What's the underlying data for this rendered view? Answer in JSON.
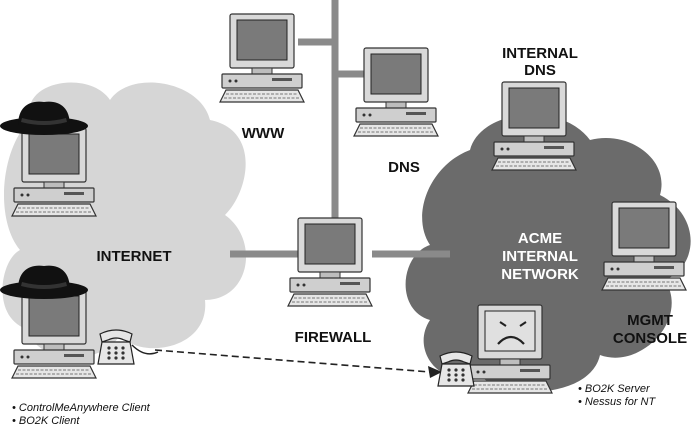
{
  "nodes": {
    "www": {
      "label": "WWW"
    },
    "dns": {
      "label": "DNS"
    },
    "internal_dns": {
      "label_line1": "INTERNAL",
      "label_line2": "DNS"
    },
    "firewall": {
      "label": "FIREWALL"
    },
    "mgmt_console": {
      "label_line1": "MGMT",
      "label_line2": "CONSOLE"
    }
  },
  "clouds": {
    "internet": {
      "label": "INTERNET"
    },
    "acme": {
      "label_line1": "ACME",
      "label_line2": "INTERNAL",
      "label_line3": "NETWORK"
    }
  },
  "client_notes": [
    "• ControlMeAnywhere Client",
    "• BO2K Client"
  ],
  "server_notes": [
    "• BO2K Server",
    "• Nessus for NT"
  ],
  "colors": {
    "internet_cloud": "#d6d6d6",
    "acme_cloud": "#6b6b6b",
    "network_line": "#8a8a8a",
    "computer_body": "#d9d9d9",
    "screen": "#7a7a7a"
  },
  "icons": [
    "computer-icon",
    "black-hat-icon",
    "telephone-icon",
    "frown-face-icon"
  ]
}
